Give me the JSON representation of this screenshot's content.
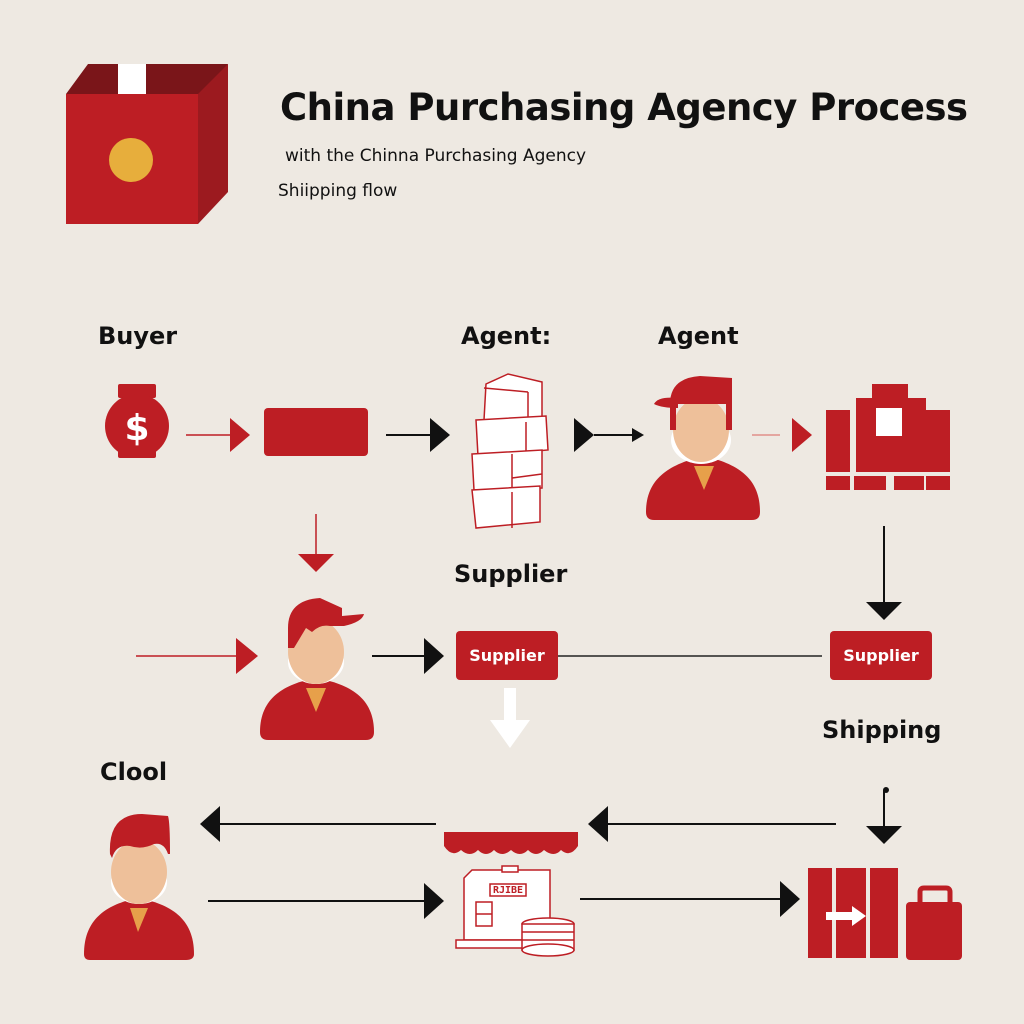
{
  "header": {
    "title": "China Purchasing Agency Process",
    "subtitle": "with the Chinna Purchasing Agency",
    "subtitle2": "Shiipping flow"
  },
  "labels": {
    "buyer": "Buyer",
    "agent_colon": "Agent:",
    "agent": "Agent",
    "supplier": "Supplier",
    "shipping": "Shipping",
    "clool": "Clool"
  },
  "boxes": {
    "supplier_box_1": "Supplier",
    "supplier_box_2": "Supplier"
  },
  "colors": {
    "accent_red": "#bd1e24",
    "background": "#eee9e2",
    "skin": "#eec09a",
    "coin_gold": "#e7ae3c"
  }
}
